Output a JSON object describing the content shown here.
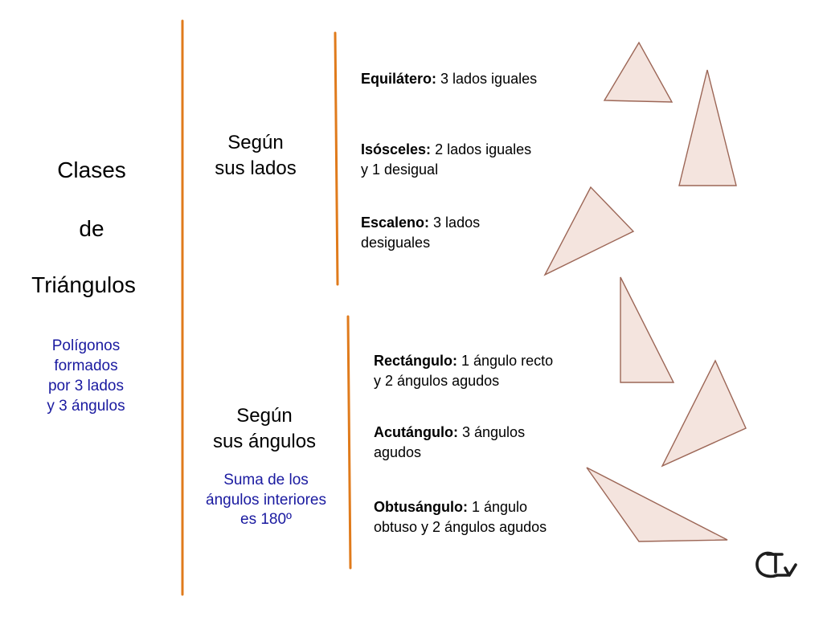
{
  "title": [
    "Clases",
    "de",
    "Triángulos"
  ],
  "definition": [
    "Polígonos",
    "formados",
    "por 3 lados",
    "y 3 ángulos"
  ],
  "by_sides": {
    "heading": [
      "Según",
      "sus lados"
    ],
    "types": [
      {
        "term": "Equilátero:",
        "lines": [
          "3 lados iguales"
        ]
      },
      {
        "term": "Isósceles:",
        "lines": [
          "2 lados iguales",
          "y 1 desigual"
        ]
      },
      {
        "term": "Escaleno:",
        "lines": [
          "3 lados",
          "desiguales"
        ]
      }
    ]
  },
  "by_angles": {
    "heading": [
      "Según",
      "sus ángulos"
    ],
    "note": [
      "Suma de los",
      "ángulos interiores",
      "es 180º"
    ],
    "types": [
      {
        "term": "Rectángulo:",
        "lines": [
          "1 ángulo recto",
          "y 2 ángulos agudos"
        ]
      },
      {
        "term": "Acutángulo:",
        "lines": [
          "3 ángulos",
          "agudos"
        ]
      },
      {
        "term": "Obtusángulo:",
        "lines": [
          "1 ángulo",
          "obtuso y 2 ángulos agudos"
        ]
      }
    ]
  },
  "colors": {
    "divider": "#e07b1c",
    "note_text": "#1a1aa0",
    "triangle_fill": "#f4e4de",
    "triangle_stroke": "#9c6656"
  },
  "icons": {
    "logo": "logo-icon"
  }
}
